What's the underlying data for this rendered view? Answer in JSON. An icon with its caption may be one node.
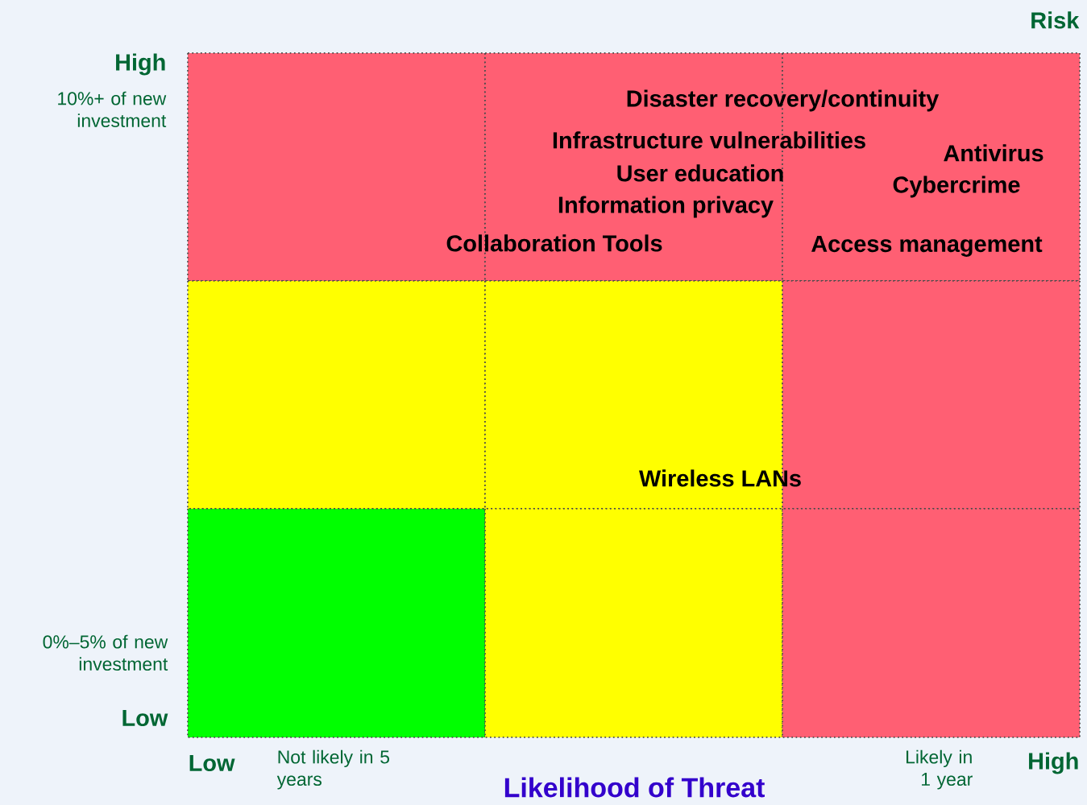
{
  "diagram": {
    "labels": [
      "Risk",
      "High",
      "10%+ of new investment",
      "Disaster recovery/continuity",
      "Infrastructure vulnerabilities",
      "Antivirus",
      "User education",
      "Cybercrime",
      "Information privacy",
      "Collaboration Tools",
      "Access management",
      "Wireless LANs",
      "0%–5% of new investment",
      "Low",
      "Low",
      "Not likely in 5 years",
      "Likely in 1 year",
      "High",
      "Likelihood of Threat"
    ]
  }
}
